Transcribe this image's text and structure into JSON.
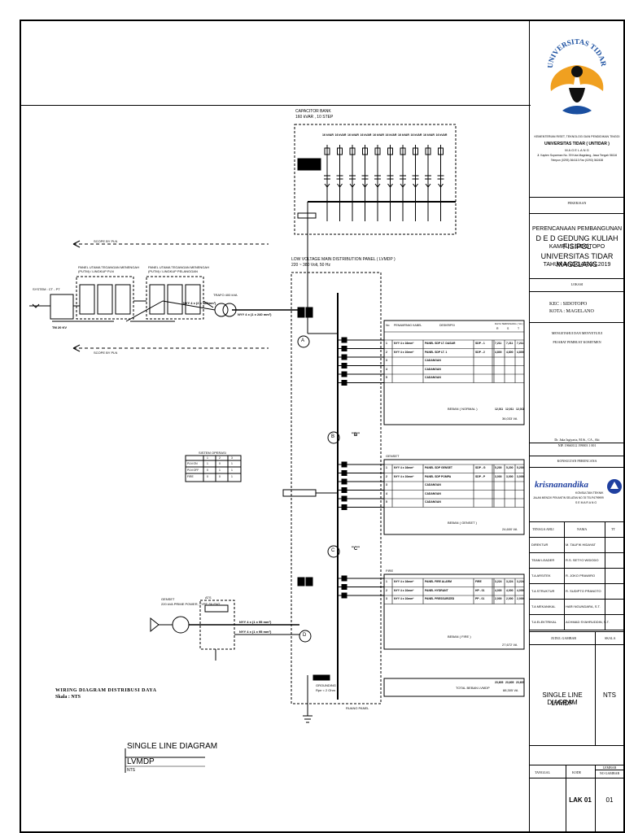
{
  "title_block": {
    "university_logo_text": "UNIVERSITAS TIDAR",
    "ministry": "KEMENTERIAN RISET, TEKNOLOGI DAN PENDIDIKAN TINGGI",
    "university": "UNIVERSITAS TIDAR ( UNTIDAR )",
    "city": "M A G E L A N G",
    "address": "Jl. Kapten Suparman No. 39 Kota Magelang, Jawa Tengah 56116",
    "contact": "Telepon (0293) 364113 Fax (0293) 362438",
    "pekerjaan_label": "PEKERJAAN",
    "project_line1": "PERENCANAAN PEMBANGUNAN",
    "project_line2": "D E D GEDUNG KULIAH FISIPOL",
    "project_line3": "KAMPUS SIDOTOPO",
    "project_line4": "UNIVERSITAS TIDAR MAGELANG",
    "project_line5": "TAHUN ANGGARAN 2019",
    "lokasi_label": "LOKASI",
    "kec": "KEC   : SIDOTOPO",
    "kota": "KOTA : MAGELANO",
    "approval1": "MENGETAHUI DAN MENYETUJUI",
    "approval2": "PEJABAT PEMBUAT KOMITMEN",
    "signer": "Dr. Jaka Isgiyarta, M.Si., CA., Akt",
    "signer_nip": "NIP. 19660112 199003 1 001",
    "consultant_label": "KONSULTAN PERENCANA",
    "consultant_logo": "krisnanandika",
    "consultant_sub": "KONSULTAN TEKNIK",
    "consultant_addr1": "JALAN MENCIK PEKANTIN SELATAN NO.78 TELP.6799999",
    "consultant_addr2": "S E M A R A N G",
    "team_headers": [
      "TENAGA AHLI",
      "NAMA",
      "TT"
    ],
    "team": [
      {
        "role": "DIREKTUR",
        "name": "M. TAUFIK HIDAYAT"
      },
      {
        "role": "TEAM LEADER",
        "name": "R.S. SETYO WIDODO"
      },
      {
        "role": "T.A ARSITEK",
        "name": "R. JOKO PRAWIRO"
      },
      {
        "role": "T.A STRUKTUR",
        "name": "R. SUDIPTO PRANOTO"
      },
      {
        "role": "T.A MEKANIKAL",
        "name": "HARI NGUNDARA, S.T."
      },
      {
        "role": "T.A ELEKTRIKAL",
        "name": "ACHMAD SYAHRUDDIN, S.T."
      }
    ],
    "judul_label": "JUDUL GAMBAR",
    "skala_label": "SKALA",
    "drawing_title1": "SINGLE LINE DIAGRAM",
    "drawing_title2": "LVMDP",
    "scale_value": "NTS",
    "tanggal_label": "TANGGAL",
    "kode_label": "KODE",
    "lembar_label": "LEMBAR",
    "no_gambar_label": "NO GAMBAR",
    "code": "LAK 01",
    "sheet_no": "01"
  },
  "diagram": {
    "capacitor_title": "CAPACITOR BANK",
    "capacitor_spec": "160 kVAR , 10 STEP",
    "capacitor_steps": [
      "16 kVAR",
      "16 kVAR",
      "16 kVAR",
      "16 kVAR",
      "16 kVAR",
      "16 kVAR",
      "16 kVAR",
      "16 kVAR",
      "16 kVAR",
      "16 kVAR"
    ],
    "lvmdp_title": "LOW VOLTAGE MAIN DISTRIBUTION PANEL ( LVMDP )",
    "lvmdp_spec": "220 ~ 380 Volt, 50 Hz",
    "scope_pln_top": "SCOPE BY PLN",
    "scope_pln_bottom": "SCOPE BY PLN",
    "pln_panel1": "PANEL UTAMA TEGANGAN MENENGAH (PUTM) / LINGKUP PLN",
    "pln_panel2": "PANEL UTAMA TEGANGAN MENENGAH (PUTM) / LINGKUP PELANGGAN",
    "system_label": "SYSTEM : CT - PT",
    "trafo_label": "TRAFO 400 kVA",
    "cable_tm": "TM 20 KV",
    "cable_tr": "NYY 4 x (1 x 240 mm²)",
    "cable_main": "NYY 4 x (2 x 185mm²)",
    "sections": [
      "A",
      "B",
      "C",
      "D"
    ],
    "legend_label_b": "\"B\"",
    "legend_label_c": "\"C\"",
    "genset_label": "GENSET",
    "genset_spec": "220 kVA PRIME POWER, TYPE SILENT",
    "genset_cable1": "NYY 4 x (1 x 95 mm²)",
    "genset_cable2": "NYY 4 x (1 x 95 mm²)",
    "ats_label": "ATS",
    "table_header": [
      "No",
      "PENAMPANG KABEL",
      "DESKRIPSI",
      "DAYA TERPASANG ( VA )"
    ],
    "table_header_sub": [
      "R",
      "S",
      "T"
    ],
    "normal_rows": [
      [
        "1",
        "NYY 4 x 16mm²",
        "PANEL SDP LT. DASAR",
        "SDP - 1",
        "7,211",
        "7,211",
        "7,211"
      ],
      [
        "2",
        "NYY 4 x 10mm²",
        "PANEL SDP LT. 1",
        "SDP - 2",
        "4,800",
        "4,800",
        "4,800"
      ],
      [
        "3",
        "",
        "CADANGAN",
        "",
        "",
        "",
        ""
      ],
      [
        "4",
        "",
        "CADANGAN",
        "",
        "",
        "",
        ""
      ],
      [
        "5",
        "",
        "CADANGAN",
        "",
        "",
        "",
        ""
      ]
    ],
    "normal_total_label": "BEBAN ( NORMAL )",
    "normal_total": [
      "12,011",
      "12,011",
      "12,011"
    ],
    "normal_total_va": "36,033 VA",
    "genset_rows_label": "GENSET",
    "genset_rows": [
      [
        "1",
        "NYY 4 x 16mm²",
        "PANEL SDP GENSET",
        "SDP - G",
        "5,200",
        "5,200",
        "5,200"
      ],
      [
        "2",
        "NYY 4 x 10mm²",
        "PANEL SDP POMPA",
        "SDP - P",
        "3,000",
        "3,000",
        "3,000"
      ],
      [
        "3",
        "",
        "CADANGAN",
        "",
        "",
        "",
        ""
      ],
      [
        "4",
        "",
        "CADANGAN",
        "",
        "",
        "",
        ""
      ],
      [
        "5",
        "",
        "CADANGAN",
        "",
        "",
        "",
        ""
      ]
    ],
    "genset_total_label": "BEBAN ( GENSET )",
    "genset_total_va": "24,600 VA",
    "fire_rows_label": "FIRE",
    "fire_rows": [
      [
        "1",
        "NYY 4 x 16mm²",
        "PANEL FIRE ALARM",
        "FIRE",
        "3,224",
        "3,224",
        "3,224"
      ],
      [
        "2",
        "NYY 4 x 10mm²",
        "PANEL HYDRANT",
        "HP - 01",
        "4,000",
        "4,000",
        "4,000"
      ],
      [
        "3",
        "NYY 4 x 10mm²",
        "PANEL PRESSURIZED",
        "PP - 01",
        "2,000",
        "2,000",
        "2,000"
      ]
    ],
    "fire_total_label": "BEBAN ( FIRE )",
    "fire_total_va": "27,672 VA",
    "grand_total_label": "TOTAL BEBAN LVMDP",
    "grand_total": [
      "23,605",
      "23,605",
      "23,605"
    ],
    "grand_total_va": "88,305 VA",
    "ruang_panel": "RUANG PANEL",
    "grounding": "GROUNDING",
    "grounding_note": "Rpe < 2 Ohm",
    "interlock_title": "SISTEM OPERASI",
    "interlock_cols": [
      "",
      "1",
      "2",
      "3"
    ],
    "interlock_rows": [
      [
        "PLN ON",
        "1",
        "0",
        "1"
      ],
      [
        "PLN OFF",
        "0",
        "1",
        "1"
      ],
      [
        "FIRE",
        "0",
        "0",
        "1"
      ]
    ],
    "note_header": "WIRING DIAGRAM DISTRIBUSI DAYA",
    "note_scale": "Skala     :   NTS",
    "sheet_title1": "SINGLE LINE DIAGRAM",
    "sheet_title2": "LVMDP",
    "sheet_scale": "NTS"
  },
  "colors": {
    "line": "#000000",
    "logo_gold": "#f0a020",
    "logo_blue": "#1a4fa0",
    "consultant_blue": "#2040a0"
  }
}
